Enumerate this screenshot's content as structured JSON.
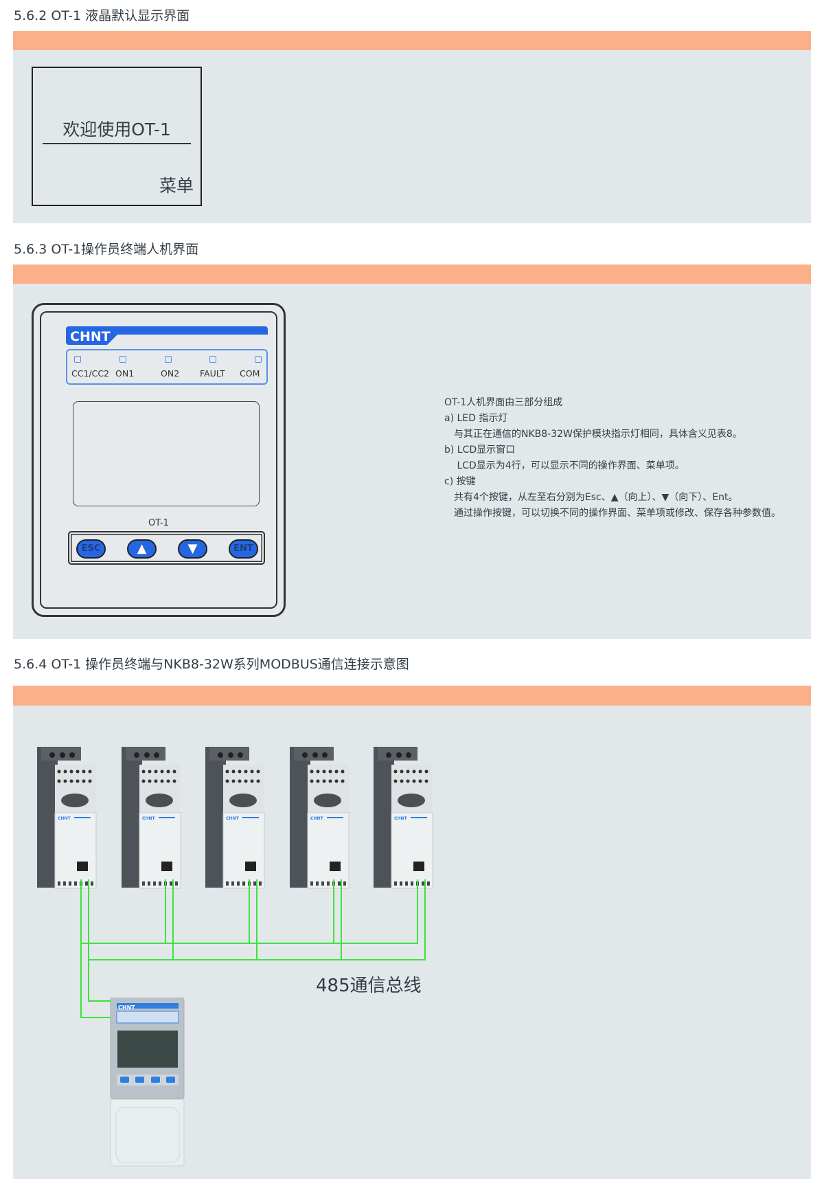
{
  "sections": [
    {
      "title": "5.6.2 OT-1 液晶默认显示界面"
    },
    {
      "title": "5.6.3 OT-1操作员终端人机界面"
    },
    {
      "title": "5.6.4 OT-1 操作员终端与NKB8-32W系列MODBUS通信连接示意图"
    }
  ],
  "lcd": {
    "welcome": "欢迎使用OT-1",
    "menu": "菜单"
  },
  "device": {
    "brand": "CHNT",
    "leds": [
      "CC1/CC2",
      "ON1",
      "ON2",
      "FAULT",
      "COM"
    ],
    "model": "OT-1",
    "keys": [
      "ESC",
      "▲",
      "▼",
      "ENT"
    ],
    "accent": "#2567e2"
  },
  "description": {
    "lines": [
      "OT-1人机界面由三部分组成",
      "a) LED 指示灯",
      "　与其正在通信的NKB8-32W保护模块指示灯相同，具体含义见表8。",
      "b) LCD显示窗口",
      "　 LCD显示为4行，可以显示不同的操作界面、菜单项。",
      "c) 按键",
      "　共有4个按键，从左至右分别为Esc、▲（向上）、▼（向下）、Ent。",
      "　通过操作按键，可以切换不同的操作界面、菜单项或修改、保存各种参数值。"
    ]
  },
  "diagram": {
    "module_count": 5,
    "bus_label": "485通信总线",
    "wire_color": "#3be33b"
  }
}
